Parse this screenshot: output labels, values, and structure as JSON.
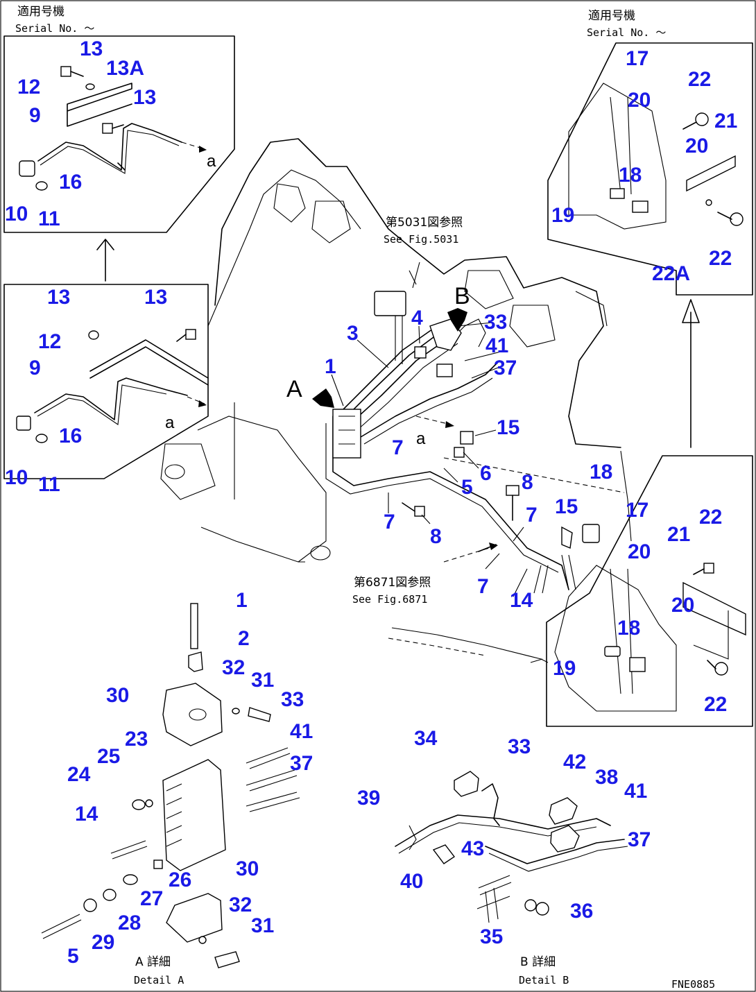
{
  "headers": {
    "top_left_jp": "適用号機",
    "top_left_en": "Serial No.  ～",
    "top_right_jp": "適用号機",
    "top_right_en": "Serial No.  ～"
  },
  "refs": {
    "fig1_jp": "第5031図参照",
    "fig1_en": "See Fig.5031",
    "fig2_jp": "第6871図参照",
    "fig2_en": "See Fig.6871"
  },
  "views": {
    "a": "A",
    "b": "B",
    "detail_a_jp": "A 詳細",
    "detail_a_en": "Detail A",
    "detail_b_jp": "B 詳細",
    "detail_b_en": "Detail B",
    "mark_a": "a"
  },
  "drawing_code": "FNE0885",
  "callouts": [
    {
      "id": "c-13-tl",
      "t": "13"
    },
    {
      "id": "c-13a-tl",
      "t": "13A"
    },
    {
      "id": "c-12-tl",
      "t": "12"
    },
    {
      "id": "c-13-tl2",
      "t": "13"
    },
    {
      "id": "c-9-tl",
      "t": "9"
    },
    {
      "id": "c-16-tl",
      "t": "16"
    },
    {
      "id": "c-10-tl",
      "t": "10"
    },
    {
      "id": "c-11-tl",
      "t": "11"
    },
    {
      "id": "c-13-ml",
      "t": "13"
    },
    {
      "id": "c-13-ml2",
      "t": "13"
    },
    {
      "id": "c-12-ml",
      "t": "12"
    },
    {
      "id": "c-9-ml",
      "t": "9"
    },
    {
      "id": "c-16-ml",
      "t": "16"
    },
    {
      "id": "c-10-ml",
      "t": "10"
    },
    {
      "id": "c-11-ml",
      "t": "11"
    },
    {
      "id": "c-17-tr",
      "t": "17"
    },
    {
      "id": "c-22-tr",
      "t": "22"
    },
    {
      "id": "c-20-tr",
      "t": "20"
    },
    {
      "id": "c-21-tr",
      "t": "21"
    },
    {
      "id": "c-20-tr2",
      "t": "20"
    },
    {
      "id": "c-18-tr",
      "t": "18"
    },
    {
      "id": "c-19-tr",
      "t": "19"
    },
    {
      "id": "c-22-tr2",
      "t": "22"
    },
    {
      "id": "c-22a-tr",
      "t": "22A"
    },
    {
      "id": "c-4-c",
      "t": "4"
    },
    {
      "id": "c-33-c",
      "t": "33"
    },
    {
      "id": "c-3-c",
      "t": "3"
    },
    {
      "id": "c-41-c",
      "t": "41"
    },
    {
      "id": "c-1-c",
      "t": "1"
    },
    {
      "id": "c-37-c",
      "t": "37"
    },
    {
      "id": "c-15-c",
      "t": "15"
    },
    {
      "id": "c-7-c",
      "t": "7"
    },
    {
      "id": "c-6-c",
      "t": "6"
    },
    {
      "id": "c-5-c",
      "t": "5"
    },
    {
      "id": "c-8-c",
      "t": "8"
    },
    {
      "id": "c-7-c2",
      "t": "7"
    },
    {
      "id": "c-7-c3",
      "t": "7"
    },
    {
      "id": "c-8-c2",
      "t": "8"
    },
    {
      "id": "c-7-c4",
      "t": "7"
    },
    {
      "id": "c-14-c",
      "t": "14"
    },
    {
      "id": "c-18-mr",
      "t": "18"
    },
    {
      "id": "c-15-mr",
      "t": "15"
    },
    {
      "id": "c-17-mr",
      "t": "17"
    },
    {
      "id": "c-22-mr",
      "t": "22"
    },
    {
      "id": "c-21-mr",
      "t": "21"
    },
    {
      "id": "c-20-mr",
      "t": "20"
    },
    {
      "id": "c-20-mr2",
      "t": "20"
    },
    {
      "id": "c-18-mr2",
      "t": "18"
    },
    {
      "id": "c-19-mr",
      "t": "19"
    },
    {
      "id": "c-22-mr2",
      "t": "22"
    },
    {
      "id": "c-1-da",
      "t": "1"
    },
    {
      "id": "c-2-da",
      "t": "2"
    },
    {
      "id": "c-32-da",
      "t": "32"
    },
    {
      "id": "c-31-da",
      "t": "31"
    },
    {
      "id": "c-30-da",
      "t": "30"
    },
    {
      "id": "c-33-da",
      "t": "33"
    },
    {
      "id": "c-23-da",
      "t": "23"
    },
    {
      "id": "c-41-da",
      "t": "41"
    },
    {
      "id": "c-25-da",
      "t": "25"
    },
    {
      "id": "c-37-da",
      "t": "37"
    },
    {
      "id": "c-24-da",
      "t": "24"
    },
    {
      "id": "c-14-da",
      "t": "14"
    },
    {
      "id": "c-26-da",
      "t": "26"
    },
    {
      "id": "c-30-da2",
      "t": "30"
    },
    {
      "id": "c-27-da",
      "t": "27"
    },
    {
      "id": "c-28-da",
      "t": "28"
    },
    {
      "id": "c-32-da2",
      "t": "32"
    },
    {
      "id": "c-31-da2",
      "t": "31"
    },
    {
      "id": "c-29-da",
      "t": "29"
    },
    {
      "id": "c-5-da",
      "t": "5"
    },
    {
      "id": "c-34-db",
      "t": "34"
    },
    {
      "id": "c-33-db",
      "t": "33"
    },
    {
      "id": "c-42-db",
      "t": "42"
    },
    {
      "id": "c-38-db",
      "t": "38"
    },
    {
      "id": "c-41-db",
      "t": "41"
    },
    {
      "id": "c-39-db",
      "t": "39"
    },
    {
      "id": "c-37-db",
      "t": "37"
    },
    {
      "id": "c-43-db",
      "t": "43"
    },
    {
      "id": "c-40-db",
      "t": "40"
    },
    {
      "id": "c-36-db",
      "t": "36"
    },
    {
      "id": "c-35-db",
      "t": "35"
    }
  ]
}
